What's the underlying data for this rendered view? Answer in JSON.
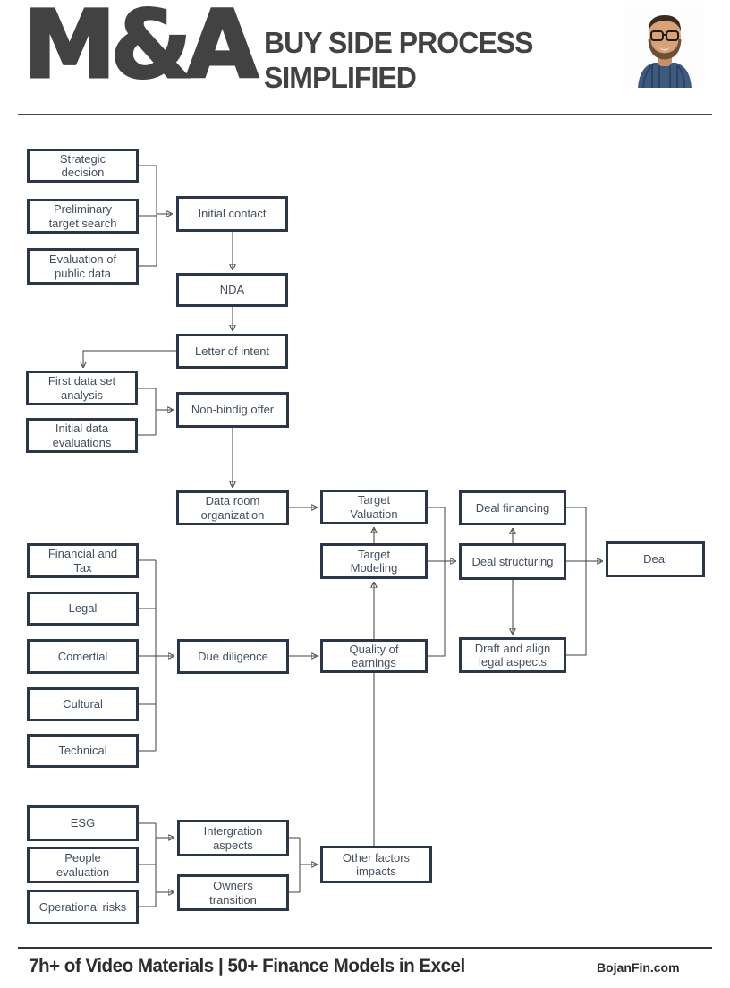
{
  "header": {
    "logo": "M&A",
    "title_line1": "BUY SIDE PROCESS",
    "title_line2": "SIMPLIFIED",
    "avatar": "portrait-man-glasses-beard-blue-shirt"
  },
  "flowchart": {
    "nodes": {
      "strategic_decision": {
        "label": "Strategic\ndecision"
      },
      "preliminary_target_search": {
        "label": "Preliminary\ntarget search"
      },
      "evaluation_public_data": {
        "label": "Evaluation of\npublic data"
      },
      "initial_contact": {
        "label": "Initial contact"
      },
      "nda": {
        "label": "NDA"
      },
      "letter_of_intent": {
        "label": "Letter of intent"
      },
      "first_data_set_analysis": {
        "label": "First data set\nanalysis"
      },
      "initial_data_evaluations": {
        "label": "Initial data\nevaluations"
      },
      "non_binding_offer": {
        "label": "Non-bindig offer"
      },
      "data_room_organization": {
        "label": "Data room\norganization"
      },
      "target_valuation": {
        "label": "Target\nValuation"
      },
      "target_modeling": {
        "label": "Target\nModeling"
      },
      "deal_financing": {
        "label": "Deal financing"
      },
      "deal_structuring": {
        "label": "Deal structuring"
      },
      "deal": {
        "label": "Deal"
      },
      "draft_align_legal": {
        "label": "Draft and align\nlegal aspects"
      },
      "financial_and_tax": {
        "label": "Financial and\nTax"
      },
      "legal": {
        "label": "Legal"
      },
      "comertial": {
        "label": "Comertial"
      },
      "cultural": {
        "label": "Cultural"
      },
      "technical": {
        "label": "Technical"
      },
      "due_diligence": {
        "label": "Due diligence"
      },
      "quality_of_earnings": {
        "label": "Quality of\nearnings"
      },
      "esg": {
        "label": "ESG"
      },
      "people_evaluation": {
        "label": "People\nevaluation"
      },
      "operational_risks": {
        "label": "Operational risks"
      },
      "intergration_aspects": {
        "label": "Intergration\naspects"
      },
      "owners_transition": {
        "label": "Owners\ntransition"
      },
      "other_factors_impacts": {
        "label": "Other factors\nimpacts"
      }
    }
  },
  "footer": {
    "tagline": "7h+ of Video Materials | 50+ Finance Models in Excel",
    "website": "BojanFin.com"
  },
  "colors": {
    "heading_text": "#424242",
    "box_border": "#2b3648",
    "box_text": "#454e5c",
    "connector": "#3f3f3f"
  }
}
